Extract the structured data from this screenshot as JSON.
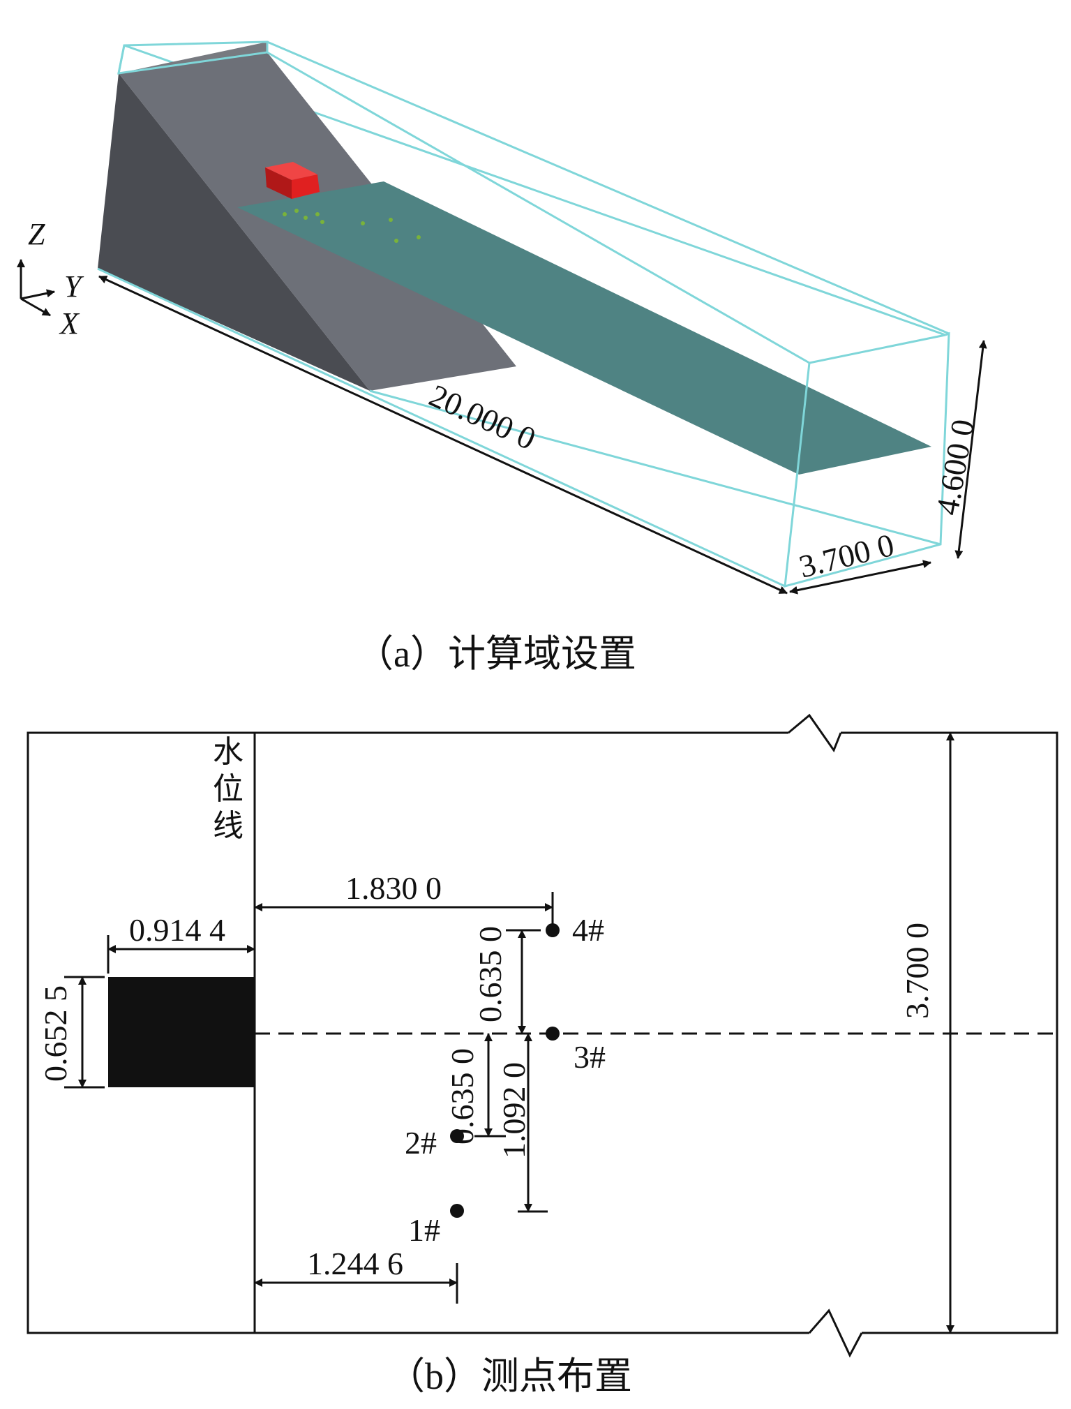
{
  "panel_a": {
    "caption": "（a）计算域设置",
    "axes": {
      "z": "Z",
      "y": "Y",
      "x": "X"
    },
    "dims": {
      "length": "20.000 0",
      "width": "3.700 0",
      "height": "4.600 0"
    },
    "colors": {
      "domain_box": "#7fd6d9",
      "slope_dark": "#4a4c52",
      "slope_light": "#6d7078",
      "water_surface": "#4f8383",
      "block": "#e02020",
      "gauges": "#7ab33a"
    }
  },
  "panel_b": {
    "caption": "（b）测点布置",
    "water_line_label": [
      "水",
      "位",
      "线"
    ],
    "dims": {
      "block_width": "0.914 4",
      "block_height": "0.652 5",
      "dist_to_3_4": "1.830 0",
      "spacing_upper": "0.635 0",
      "spacing_lower": "0.635 0",
      "spacing_1": "1.092 0",
      "dist_to_1_2": "1.244 6",
      "channel_width": "3.700 0"
    },
    "gauges": [
      {
        "label": "1#"
      },
      {
        "label": "2#"
      },
      {
        "label": "3#"
      },
      {
        "label": "4#"
      }
    ]
  }
}
